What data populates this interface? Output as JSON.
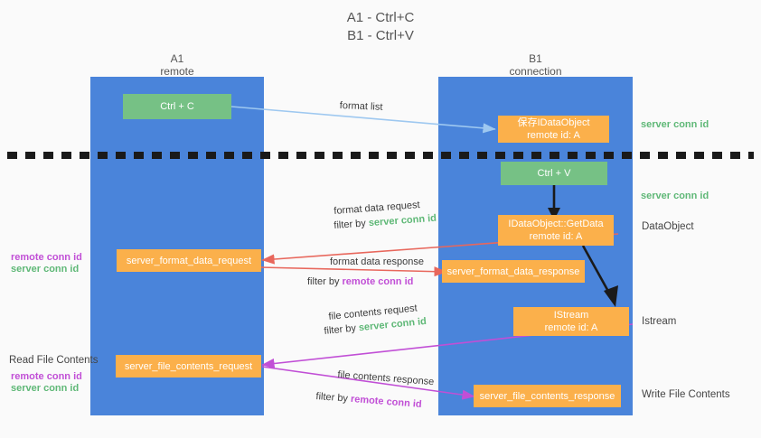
{
  "title": {
    "line1": "A1 - Ctrl+C",
    "line2": "B1 - Ctrl+V"
  },
  "columns": [
    {
      "name": "A1",
      "sub": "remote"
    },
    {
      "name": "B1",
      "sub": "connection"
    }
  ],
  "boxes": {
    "ctrl_c": {
      "line1": "Ctrl + C"
    },
    "save_dataobject": {
      "line1": "保存IDataObject",
      "line2": "remote id: A"
    },
    "ctrl_v": {
      "line1": "Ctrl + V"
    },
    "getdata": {
      "line1": "IDataObject::GetData",
      "line2": "remote id: A"
    },
    "istream": {
      "line1": "IStream",
      "line2": "remote id: A"
    },
    "server_format_data_request": {
      "line1": "server_format_data_request"
    },
    "server_format_data_response": {
      "line1": "server_format_data_response"
    },
    "server_file_contents_request": {
      "line1": "server_file_contents_request"
    },
    "server_file_contents_response": {
      "line1": "server_file_contents_response"
    }
  },
  "right_labels": {
    "server_conn_id_1": "server conn id",
    "server_conn_id_2": "server conn id",
    "dataobject": "DataObject",
    "istream": "Istream",
    "write_file_contents": "Write File Contents"
  },
  "left_labels": {
    "remote_conn_id_1": "remote conn id",
    "server_conn_id_1": "server conn id",
    "read_file_contents": "Read File Contents",
    "remote_conn_id_2": "remote conn id",
    "server_conn_id_2": "server conn id"
  },
  "arrow_labels": {
    "format_list": "format list",
    "format_data_request": "format data request",
    "format_data_request_filter_prefix": "filter by ",
    "format_data_request_filter_value": "server conn id",
    "format_data_response": "format data response",
    "format_data_response_filter_prefix": "filter by ",
    "format_data_response_filter_value": "remote conn id",
    "file_contents_request": "file contents request",
    "file_contents_request_filter_prefix": "filter by ",
    "file_contents_request_filter_value": "server conn id",
    "file_contents_response": "file contents response",
    "file_contents_response_filter_prefix": "filter by ",
    "file_contents_response_filter_value": "remote conn id"
  },
  "colors": {
    "lane_blue": "#4a84da",
    "box_green": "#76c185",
    "box_orange": "#fbb04b",
    "arrow_light_blue": "#9ec8f0",
    "arrow_red": "#e8675c",
    "arrow_magenta": "#c14fd6",
    "arrow_black": "#1a1a1a",
    "conn_green": "#5fb877",
    "conn_purple": "#c14fd6",
    "background": "#fafafa",
    "divider": "#1a1a1a"
  }
}
